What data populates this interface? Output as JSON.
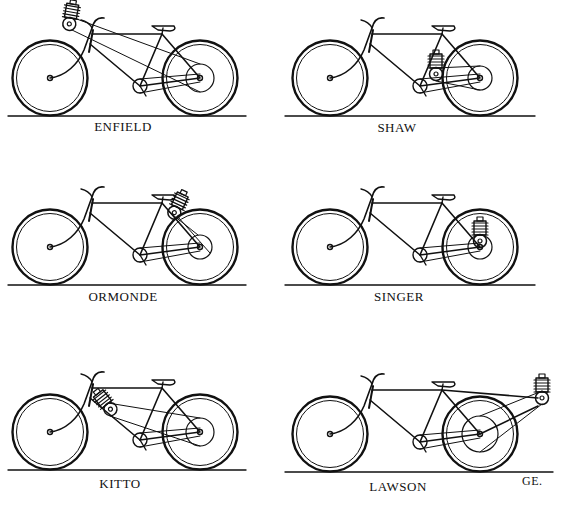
{
  "diagram": {
    "labels": [
      "ENFIELD",
      "SHAW",
      "ORMONDE",
      "SINGER",
      "KITTO",
      "LAWSON",
      "GE."
    ]
  }
}
